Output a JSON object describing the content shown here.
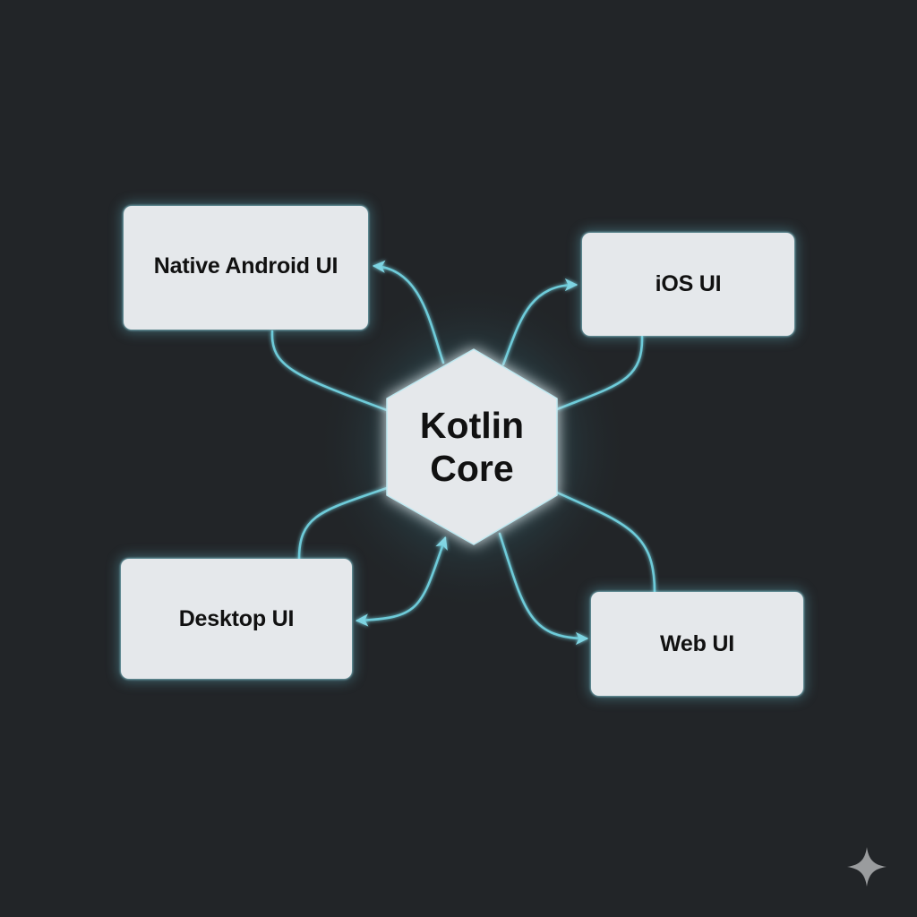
{
  "diagram": {
    "type": "hub-and-spoke",
    "center": {
      "label_line1": "Kotlin",
      "label_line2": "Core",
      "shape": "hexagon"
    },
    "nodes": [
      {
        "id": "android",
        "label": "Native Android UI"
      },
      {
        "id": "ios",
        "label": "iOS UI"
      },
      {
        "id": "desktop",
        "label": "Desktop UI"
      },
      {
        "id": "web",
        "label": "Web UI"
      }
    ],
    "edges": [
      {
        "from": "Kotlin Core",
        "to": "Native Android UI",
        "arrow": "end"
      },
      {
        "from": "Native Android UI",
        "to": "Kotlin Core",
        "arrow": "none"
      },
      {
        "from": "Kotlin Core",
        "to": "iOS UI",
        "arrow": "end"
      },
      {
        "from": "iOS UI",
        "to": "Kotlin Core",
        "arrow": "none"
      },
      {
        "from": "Desktop UI",
        "to": "Kotlin Core",
        "arrow": "none"
      },
      {
        "from": "Desktop UI",
        "to": "Kotlin Core",
        "arrow": "both"
      },
      {
        "from": "Kotlin Core",
        "to": "Web UI",
        "arrow": "end"
      },
      {
        "from": "Kotlin Core",
        "to": "Web UI",
        "arrow": "none"
      }
    ]
  },
  "colors": {
    "background": "#222528",
    "node_fill": "#e5e8eb",
    "connector": "#6ecbd9",
    "glow": "#6ecde1",
    "text": "#111111",
    "sparkle": "#9a9c9e"
  },
  "watermark": {
    "icon": "sparkle-icon"
  }
}
